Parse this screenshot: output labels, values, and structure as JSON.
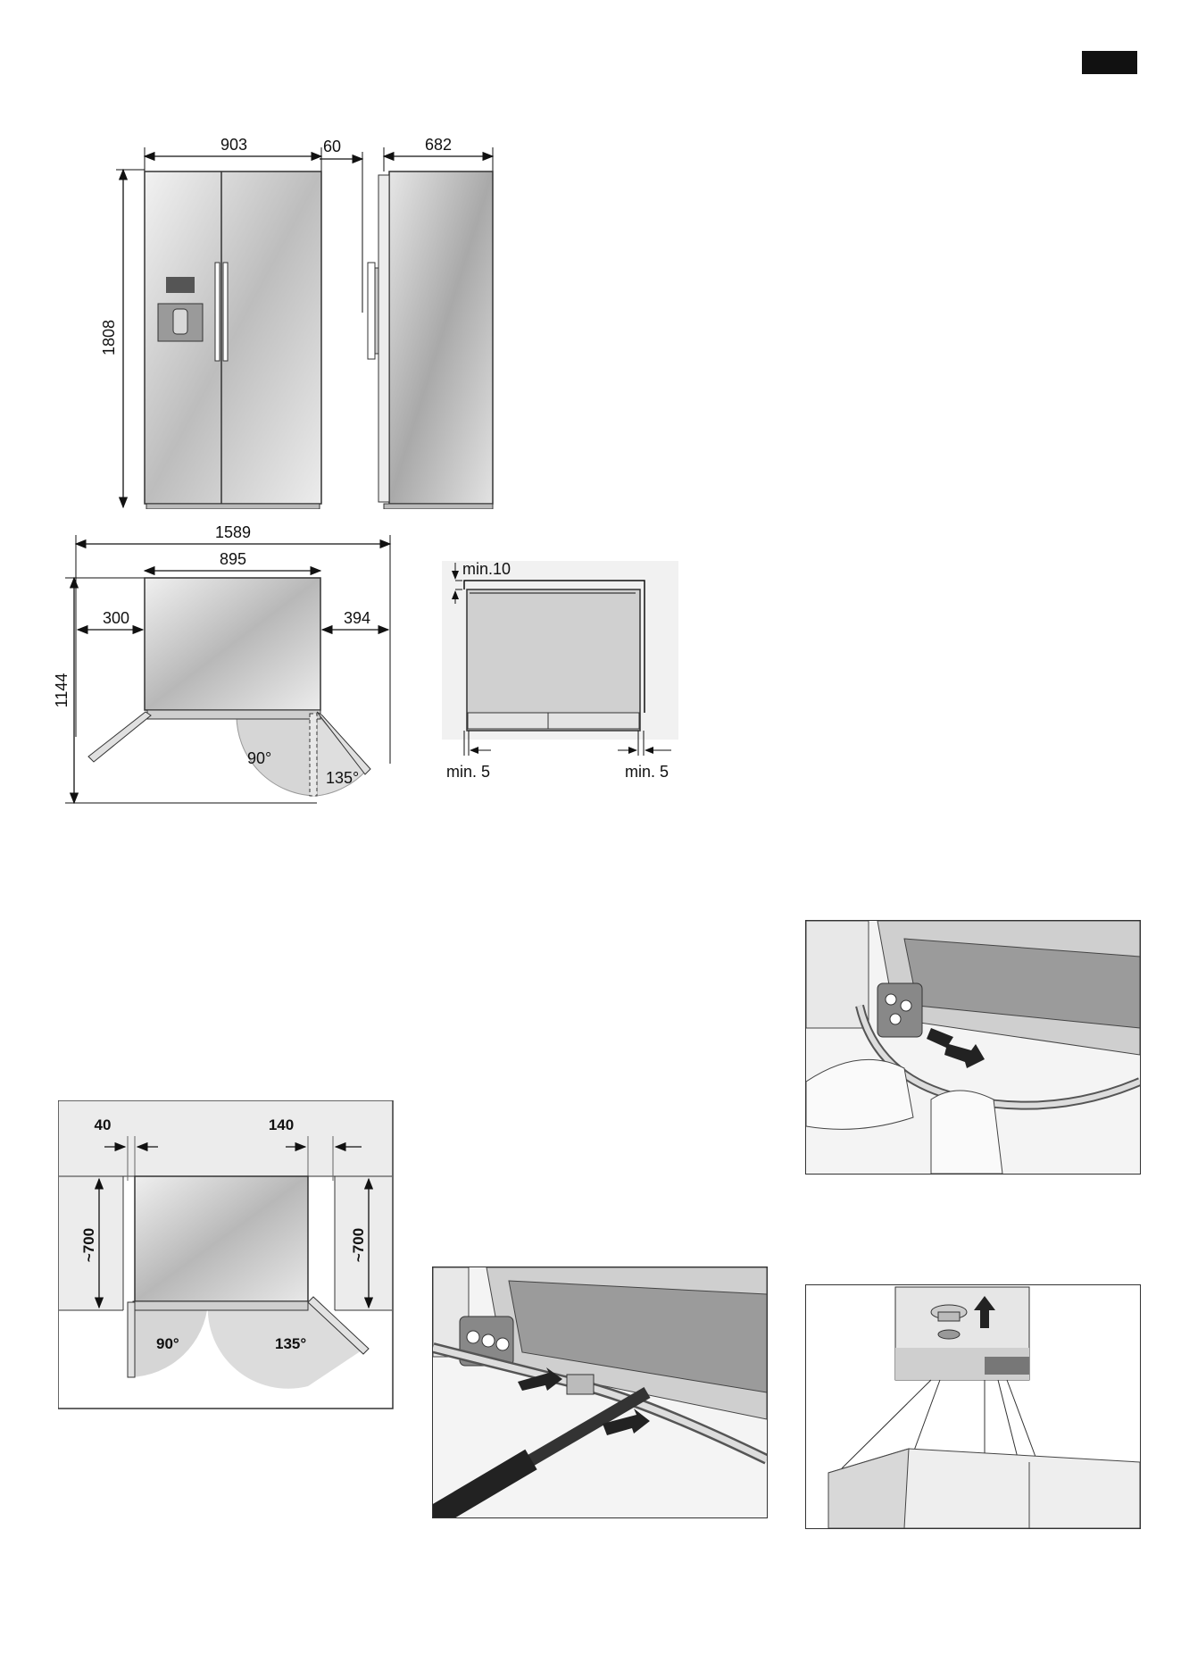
{
  "fridge_front": {
    "width": "903",
    "height": "1808"
  },
  "fridge_side": {
    "handle_depth": "60",
    "depth": "682"
  },
  "top_view": {
    "total_width": "1589",
    "fridge_width": "895",
    "left_clearance": "300",
    "right_clearance": "394",
    "total_depth": "1144",
    "angle_left": "90°",
    "angle_right": "135°"
  },
  "clearance_view": {
    "top": "min.10",
    "left": "min. 5",
    "right": "min. 5"
  },
  "niche_view": {
    "left_gap": "40",
    "right_gap": "140",
    "left_depth": "~700",
    "right_depth": "~700",
    "angle_left": "90°",
    "angle_right": "135°"
  },
  "colors": {
    "accent": "#111111",
    "panel": "#e2e2e2",
    "door_swing": "#d6d6d6"
  }
}
